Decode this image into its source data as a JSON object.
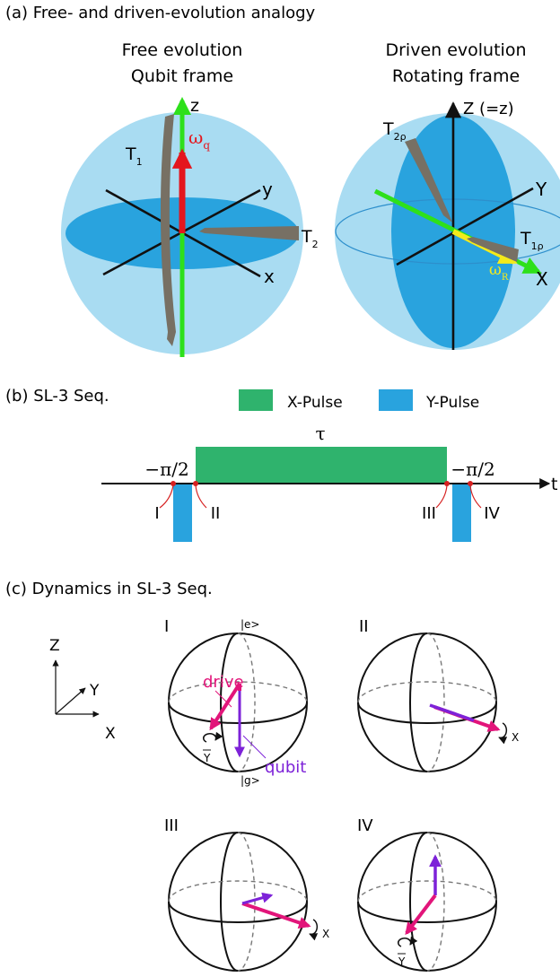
{
  "panel_a": {
    "label": "(a)  Free- and driven-evolution analogy",
    "left": {
      "title_line1": "Free evolution",
      "title_line2": "Qubit frame",
      "axes": {
        "z": "z",
        "y": "y",
        "x": "x"
      },
      "omega": "ω",
      "omega_sub": "q",
      "t1": "T",
      "t1_sub": "1",
      "t2": "T",
      "t2_sub": "2"
    },
    "right": {
      "title_line1": "Driven evolution",
      "title_line2": "Rotating frame",
      "axes": {
        "z": "Z (=z)",
        "y": "Y",
        "x": "X"
      },
      "t2rho": "T",
      "t2rho_sub": "2ρ",
      "t1rho": "T",
      "t1rho_sub": "1ρ",
      "omega": "ω",
      "omega_sub": "R"
    }
  },
  "panel_b": {
    "label": "(b)  SL-3 Seq.",
    "legend": [
      {
        "label": "X-Pulse",
        "color": "#2fb36d"
      },
      {
        "label": "Y-Pulse",
        "color": "#29a3de"
      }
    ],
    "tau": "τ",
    "pulse_left": "−π/2",
    "pulse_right": "−π/2",
    "time_axis": "t",
    "points": [
      "I",
      "II",
      "III",
      "IV"
    ]
  },
  "panel_c": {
    "label": "(c)   Dynamics in SL-3 Seq.",
    "frame_axes": {
      "z": "Z",
      "y": "Y",
      "x": "X"
    },
    "spheres": [
      {
        "label": "I",
        "top_state": "|e>",
        "bottom_state": "|g>",
        "drive": "drive",
        "qubit": "qubit",
        "rot_axis": "Y",
        "rot_axis_bar": true
      },
      {
        "label": "II",
        "rot_axis": "X",
        "rot_axis_bar": false
      },
      {
        "label": "III",
        "rot_axis": "X",
        "rot_axis_bar": false
      },
      {
        "label": "IV",
        "rot_axis": "Y",
        "rot_axis_bar": true
      }
    ]
  },
  "colors": {
    "sphere_light": "#a9dcf2",
    "sphere_disc": "#29a3de",
    "z_axis": "#2ee01b",
    "omega_q": "#e4161d",
    "decay_arrow": "#777064",
    "omega_r": "#f4ea1b",
    "drive": "#e2157a",
    "qubit": "#7d22d8",
    "marker": "#d62020"
  }
}
